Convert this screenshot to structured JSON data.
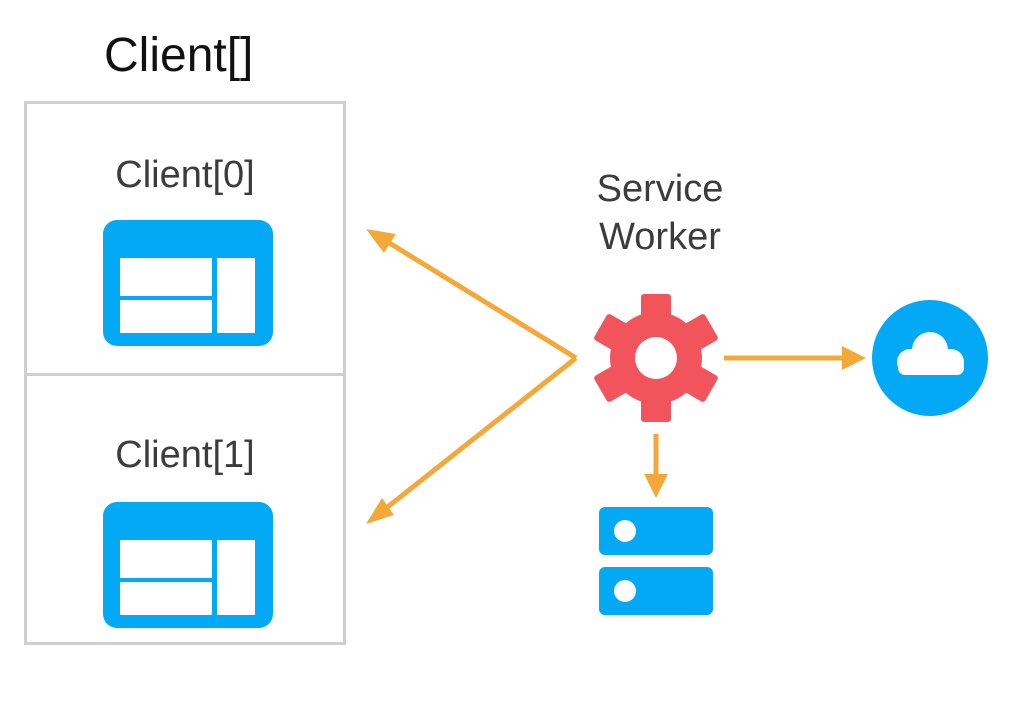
{
  "title": "Client[]",
  "clients": [
    {
      "label": "Client[0]",
      "icon": "browser-window-icon"
    },
    {
      "label": "Client[1]",
      "icon": "browser-window-icon"
    }
  ],
  "service_worker": {
    "label_line1": "Service",
    "label_line2": "Worker",
    "icon": "gear-icon"
  },
  "network": {
    "icon": "cloud-icon"
  },
  "storage": {
    "icon": "database-icon"
  },
  "colors": {
    "arrow": "#F5A83A",
    "gear": "#F2545B",
    "blue": "#03A9F4",
    "border": "#CFCFCF"
  }
}
